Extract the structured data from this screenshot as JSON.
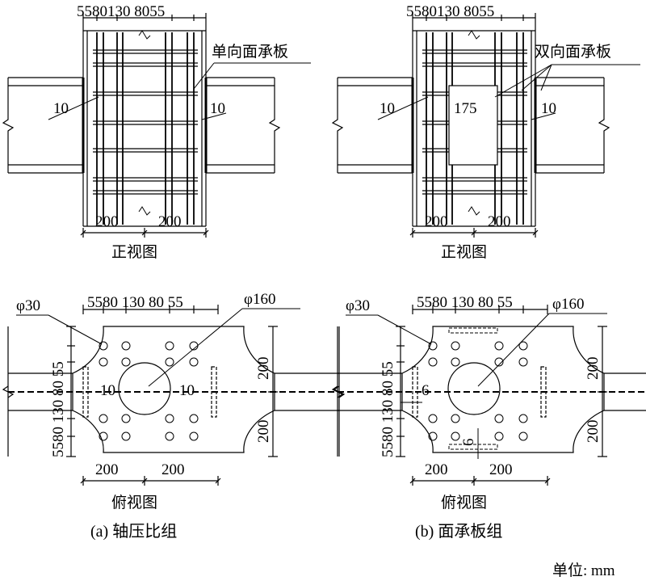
{
  "colors": {
    "line": "#000000",
    "background": "#ffffff"
  },
  "caption_a": "(a) 轴压比组",
  "caption_b": "(b) 面承板组",
  "unit_label": "单位: mm",
  "front_a": {
    "top_dims": "5580130 8055",
    "label_plate": "单向面承板",
    "left_thk": "10",
    "right_thk": "10",
    "bottom_dim_left": "200",
    "bottom_dim_right": "200",
    "title": "正视图"
  },
  "front_b": {
    "top_dims": "5580130 8055",
    "label_plate": "双向面承板",
    "left_thk": "10",
    "mid_dim": "175",
    "right_thk": "10",
    "bottom_dim_left": "200",
    "bottom_dim_right": "200",
    "title": "正视图"
  },
  "top_a": {
    "hole_label": "φ30",
    "top_dims": "5580 130 80 55",
    "center_label": "φ160",
    "left_dims": "5580 130 80 55",
    "left_thk": "10",
    "right_thk": "10",
    "right_dim_top": "200",
    "right_dim_bottom": "200",
    "bottom_dim_left": "200",
    "bottom_dim_right": "200",
    "title": "俯视图"
  },
  "top_b": {
    "hole_label": "φ30",
    "top_dims": "5580 130 80 55",
    "center_label": "φ160",
    "left_dims": "5580 130 80 55",
    "thk_left": "6",
    "thk_bottom": "6",
    "right_dim_top": "200",
    "right_dim_bottom": "200",
    "bottom_dim_left": "200",
    "bottom_dim_right": "200",
    "title": "俯视图"
  }
}
